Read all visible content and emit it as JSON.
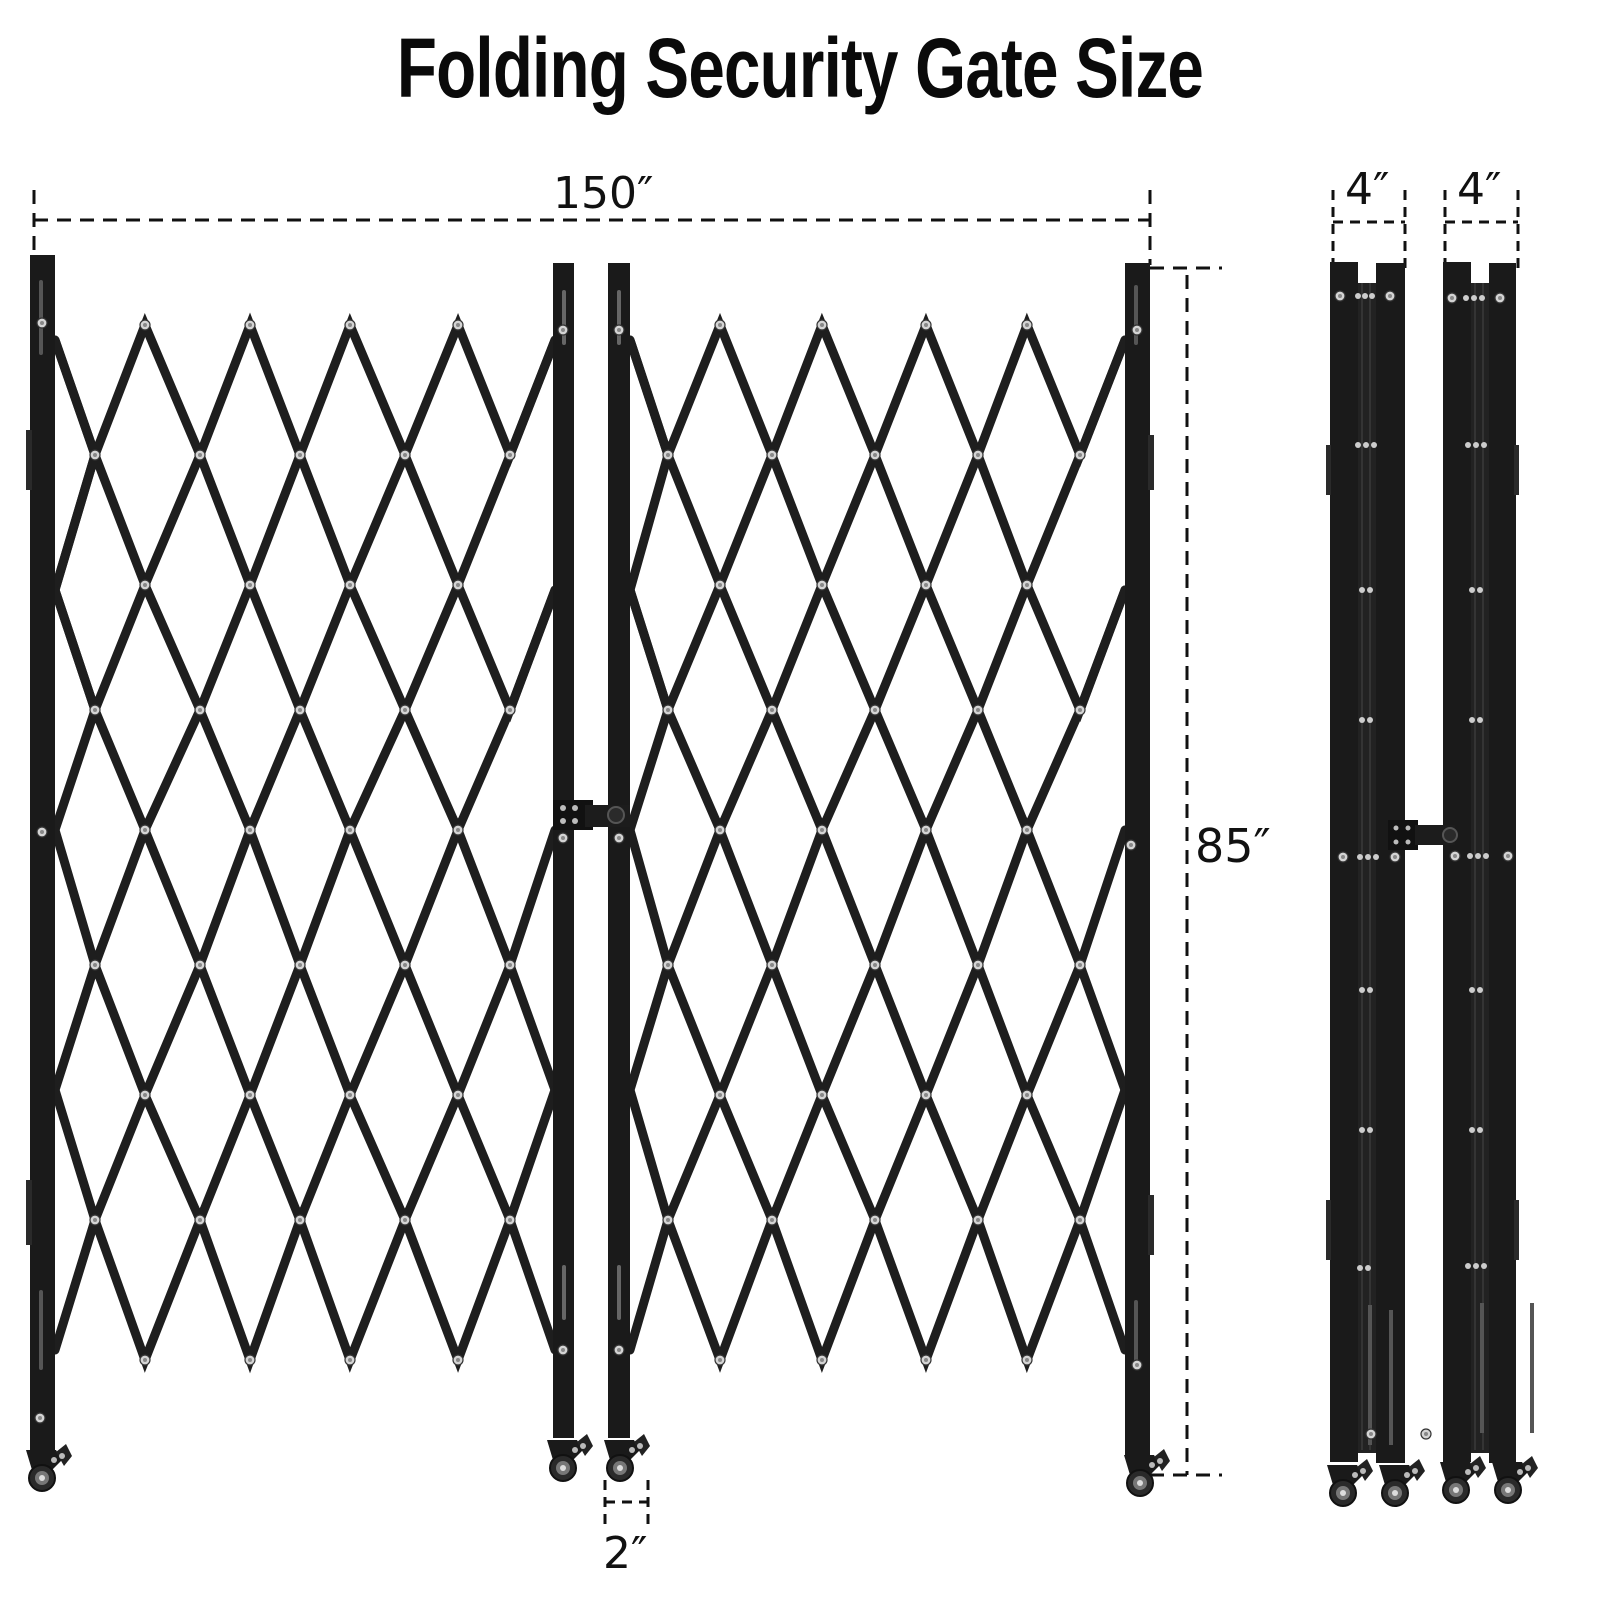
{
  "title": "Folding Security Gate Size",
  "dimensions": {
    "width": {
      "label": "150″",
      "description": "total extended width"
    },
    "height": {
      "label": "85″",
      "description": "gate height"
    },
    "gap": {
      "label": "2″",
      "description": "gap between two gate panels"
    },
    "folded_depth_left": {
      "label": "4″",
      "description": "folded gate thickness (left panel)"
    },
    "folded_depth_right": {
      "label": "4″",
      "description": "folded gate thickness (right panel)"
    }
  },
  "views": [
    {
      "name": "extended",
      "panels": 2,
      "features": [
        "diamond scissor lattice",
        "latch hasp",
        "locking casters"
      ]
    },
    {
      "name": "folded",
      "panels": 2,
      "features": [
        "compact stack",
        "latch hasp",
        "locking casters"
      ]
    }
  ],
  "colors": {
    "metal": "#1a1a1a",
    "bolt": "#c9c9c9",
    "dim_line": "#111111",
    "background": "#ffffff"
  }
}
